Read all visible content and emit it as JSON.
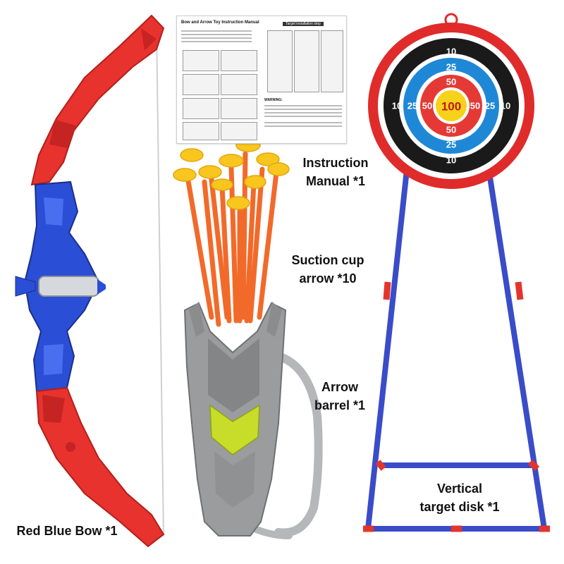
{
  "labels": {
    "manual_line1": "Instruction",
    "manual_line2": "Manual *1",
    "arrow_line1": "Suction cup",
    "arrow_line2": "arrow *10",
    "barrel_line1": "Arrow",
    "barrel_line2": "barrel *1",
    "target_line1": "Vertical",
    "target_line2": "target disk *1",
    "bow": "Red Blue Bow *1"
  },
  "manual": {
    "title": "Bow and Arrow Toy Instruction Manual",
    "step_header": "Target installation step",
    "warning": "WARNING:"
  },
  "target": {
    "scores": {
      "outer": "10",
      "blue": "25",
      "red": "50",
      "center": "100"
    },
    "colors": {
      "frame": "#e02b2b",
      "white": "#ffffff",
      "black": "#1a1a1a",
      "blue": "#1e88d6",
      "red": "#e53935",
      "yellow": "#f6d21a"
    }
  },
  "colors": {
    "bow_red": "#e8322e",
    "bow_blue": "#2a4fd6",
    "arrow_orange": "#f26a2a",
    "suction_yellow": "#f9c51f",
    "quiver_gray": "#9a9c9e",
    "quiver_green": "#c8dc2a",
    "stand_blue": "#3a4cc8",
    "stand_red": "#e3352c"
  }
}
